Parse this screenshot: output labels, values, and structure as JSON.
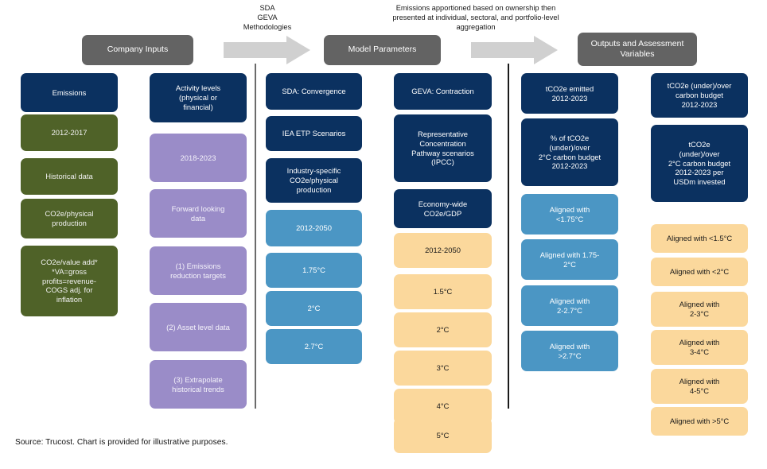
{
  "figure": {
    "source_note": "Source: Trucost.  Chart is provided for illustrative purposes."
  },
  "phases": [
    {
      "id": "company-inputs",
      "label": "Company Inputs"
    },
    {
      "id": "model-parameters",
      "label": "Model Parameters"
    },
    {
      "id": "outputs",
      "label": "Outputs and Assessment Variables"
    }
  ],
  "transitions": [
    {
      "id": "methodologies",
      "caption": "SDA\nGEVA\nMethodologies",
      "arrow_icon": "right-arrow-icon",
      "arrow_color": "#d0d0d0"
    },
    {
      "id": "apportionment",
      "caption": "Emissions apportioned based on ownership then presented at individual, sectoral, and portfolio-level aggregation",
      "arrow_icon": "right-arrow-icon",
      "arrow_color": "#d0d0d0"
    }
  ],
  "colors": {
    "navy": "#0b3160",
    "olive": "#4f6228",
    "purple": "#9a8cc8",
    "blue": "#4b96c4",
    "amber": "#fbd89c",
    "grey_header": "#636363",
    "arrow_grey": "#d0d0d0",
    "divider": "#6b6b6b"
  },
  "columns": [
    {
      "id": "emissions",
      "nodes": [
        {
          "label": "Emissions",
          "tone": "navy"
        },
        {
          "label": "2012-2017",
          "tone": "olive"
        },
        {
          "label": "Historical data",
          "tone": "olive"
        },
        {
          "label": "CO2e/physical\nproduction",
          "tone": "olive"
        },
        {
          "label": "CO2e/value add*\n*VA=gross\nprofits=revenue-\nCOGS adj. for\ninflation",
          "tone": "olive"
        }
      ]
    },
    {
      "id": "activity-levels",
      "nodes": [
        {
          "label": "Activity levels\n(physical or\nfinancial)",
          "tone": "navy"
        },
        {
          "label": "2018-2023",
          "tone": "purple"
        },
        {
          "label": "Forward looking\ndata",
          "tone": "purple"
        },
        {
          "label": "(1) Emissions\nreduction targets",
          "tone": "purple"
        },
        {
          "label": "(2) Asset level data",
          "tone": "purple"
        },
        {
          "label": "(3) Extrapolate\nhistorical trends",
          "tone": "purple"
        }
      ]
    },
    {
      "id": "sda",
      "nodes": [
        {
          "label": "SDA: Convergence",
          "tone": "navy"
        },
        {
          "label": "IEA ETP Scenarios",
          "tone": "navy"
        },
        {
          "label": "Industry-specific\nCO2e/physical\nproduction",
          "tone": "navy"
        },
        {
          "label": "2012-2050",
          "tone": "blue"
        },
        {
          "label": "1.75°C",
          "tone": "blue"
        },
        {
          "label": "2°C",
          "tone": "blue"
        },
        {
          "label": "2.7°C",
          "tone": "blue"
        }
      ]
    },
    {
      "id": "geva",
      "nodes": [
        {
          "label": "GEVA: Contraction",
          "tone": "navy"
        },
        {
          "label": "Representative\nConcentration\nPathway scenarios\n(IPCC)",
          "tone": "navy"
        },
        {
          "label": "Economy-wide\nCO2e/GDP",
          "tone": "navy"
        },
        {
          "label": "2012-2050",
          "tone": "amber"
        },
        {
          "label": "1.5°C",
          "tone": "amber"
        },
        {
          "label": "2°C",
          "tone": "amber"
        },
        {
          "label": "3°C",
          "tone": "amber"
        },
        {
          "label": "4°C",
          "tone": "amber"
        },
        {
          "label": "5°C",
          "tone": "amber"
        }
      ]
    },
    {
      "id": "outputs-sda",
      "nodes": [
        {
          "label": "tCO2e emitted\n2012-2023",
          "tone": "navy"
        },
        {
          "label": "% of tCO2e\n(under)/over\n2°C carbon budget\n2012-2023",
          "tone": "navy"
        },
        {
          "label": "Aligned with\n<1.75°C",
          "tone": "blue"
        },
        {
          "label": "Aligned with 1.75-\n2°C",
          "tone": "blue"
        },
        {
          "label": "Aligned with\n2-2.7°C",
          "tone": "blue"
        },
        {
          "label": "Aligned with\n>2.7°C",
          "tone": "blue"
        }
      ]
    },
    {
      "id": "outputs-geva",
      "nodes": [
        {
          "label": "tCO2e (under)/over\ncarbon budget\n2012-2023",
          "tone": "navy"
        },
        {
          "label": "tCO2e\n(under)/over\n2°C carbon budget\n2012-2023 per\nUSDm invested",
          "tone": "navy"
        },
        {
          "label": "Aligned with <1.5°C",
          "tone": "amber"
        },
        {
          "label": "Aligned with <2°C",
          "tone": "amber"
        },
        {
          "label": "Aligned with\n2-3°C",
          "tone": "amber"
        },
        {
          "label": "Aligned with\n3-4°C",
          "tone": "amber"
        },
        {
          "label": "Aligned with\n4-5°C",
          "tone": "amber"
        },
        {
          "label": "Aligned with >5°C",
          "tone": "amber"
        }
      ]
    }
  ]
}
